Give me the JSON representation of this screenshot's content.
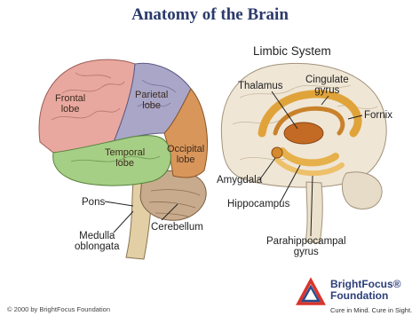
{
  "title": "Anatomy of the Brain",
  "left_brain": {
    "lobes": {
      "frontal": "Frontal\nlobe",
      "parietal": "Parietal\nlobe",
      "occipital": "Occipital\nlobe",
      "temporal": "Temporal\nlobe"
    },
    "labels": {
      "pons": "Pons",
      "medulla": "Medulla\noblongata",
      "cerebellum": "Cerebellum"
    }
  },
  "limbic": {
    "subtitle": "Limbic System",
    "labels": {
      "thalamus": "Thalamus",
      "cingulate": "Cingulate\ngyrus",
      "fornix": "Fornix",
      "amygdala": "Amygdala",
      "hippocampus": "Hippocampus",
      "parahippocampal": "Parahippocampal\ngyrus"
    }
  },
  "footer": {
    "copyright": "© 2000 by BrightFocus Foundation",
    "logo_line1": "BrightFocus®",
    "logo_line2": "Foundation",
    "tagline": "Cure in Mind. Cure in Sight."
  },
  "colors": {
    "title": "#2b3a6b",
    "frontal": "#e8a8a0",
    "parietal": "#a9a6c8",
    "occipital": "#d9965a",
    "temporal": "#a6cf86",
    "limbic": "#e0a33a"
  }
}
